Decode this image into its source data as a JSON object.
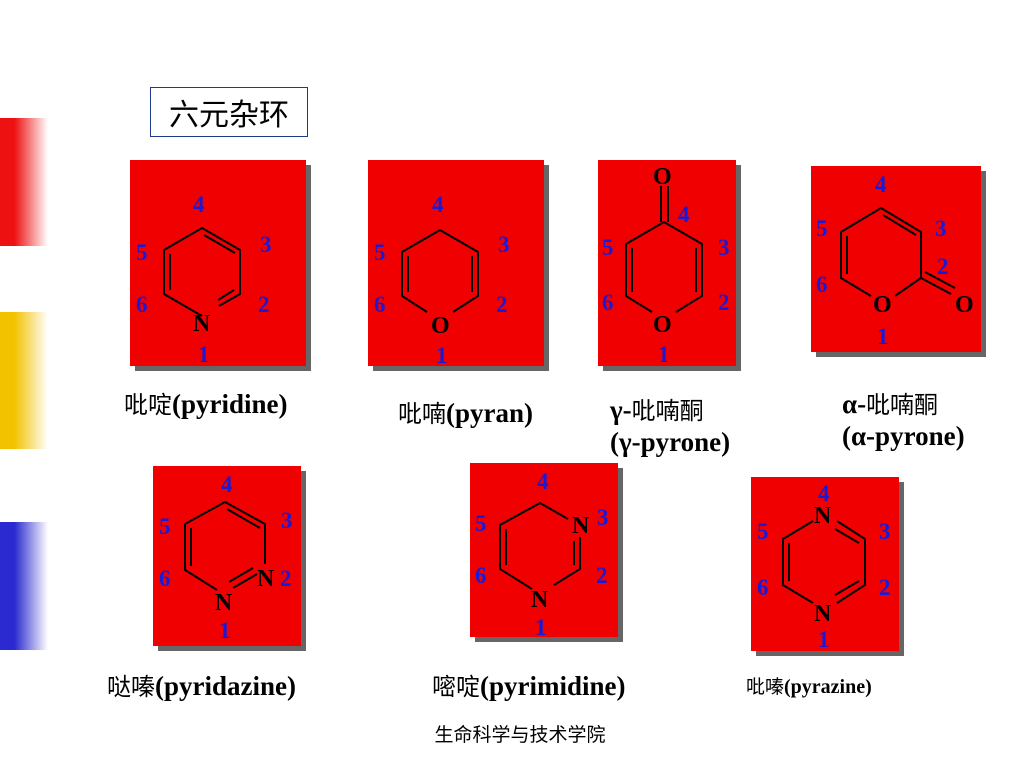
{
  "title": "六元杂环",
  "footer": "生命科学与技术学院",
  "colors": {
    "card": "#f00000",
    "card_shadow": "#666666",
    "number": "#1a1ad6",
    "bond": "#000000"
  },
  "sidebar": {
    "strips": [
      "#ee1111",
      "#f2c200",
      "#2a2ad0"
    ]
  },
  "compounds": [
    {
      "id": "pyridine",
      "numbers": [
        "1",
        "2",
        "3",
        "4",
        "5",
        "6"
      ],
      "heteroatoms": [
        "N"
      ],
      "caption": {
        "chinese": "吡啶",
        "latin": "(pyridine)"
      }
    },
    {
      "id": "pyran",
      "numbers": [
        "1",
        "2",
        "3",
        "4",
        "5",
        "6"
      ],
      "heteroatoms": [
        "O"
      ],
      "caption": {
        "chinese": "吡喃",
        "latin": "(pyran)"
      }
    },
    {
      "id": "gamma-pyrone",
      "numbers": [
        "1",
        "2",
        "3",
        "4",
        "5",
        "6"
      ],
      "heteroatoms": [
        "O",
        "O"
      ],
      "caption": {
        "line1_prefix": "γ-",
        "line1_chinese": "吡喃酮",
        "line2": "(γ-pyrone)"
      }
    },
    {
      "id": "alpha-pyrone",
      "numbers": [
        "1",
        "2",
        "3",
        "4",
        "5",
        "6"
      ],
      "heteroatoms": [
        "O",
        "O"
      ],
      "caption": {
        "line1_prefix": "α-",
        "line1_chinese": "吡喃酮",
        "line2": "(α-pyrone)"
      }
    },
    {
      "id": "pyridazine",
      "numbers": [
        "1",
        "2",
        "3",
        "4",
        "5",
        "6"
      ],
      "heteroatoms": [
        "N",
        "N"
      ],
      "caption": {
        "chinese": "哒嗪",
        "latin": "(pyridazine)"
      }
    },
    {
      "id": "pyrimidine",
      "numbers": [
        "1",
        "2",
        "3",
        "4",
        "5",
        "6"
      ],
      "heteroatoms": [
        "N",
        "N"
      ],
      "caption": {
        "chinese": "嘧啶",
        "latin": "(pyrimidine)"
      }
    },
    {
      "id": "pyrazine",
      "numbers": [
        "1",
        "2",
        "3",
        "4",
        "5",
        "6"
      ],
      "heteroatoms": [
        "N",
        "N"
      ],
      "caption": {
        "chinese": "吡嗪",
        "latin": "(pyrazine)"
      }
    }
  ]
}
